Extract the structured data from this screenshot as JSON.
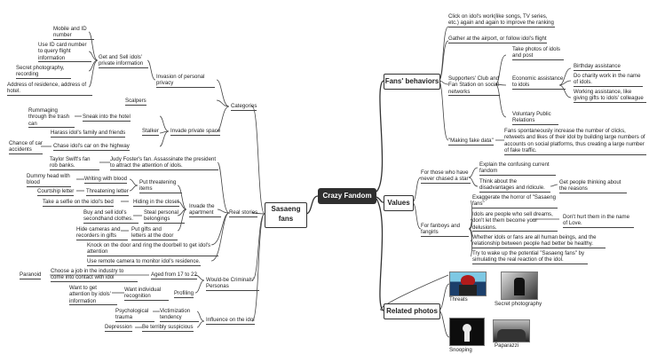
{
  "center": "Crazy Fandom",
  "branches": {
    "fans_behaviors": "Fans' behaviors",
    "sasaeng_fans": "Sasaeng fans",
    "values": "Values",
    "related_photos": "Related photos"
  },
  "fans_behaviors": {
    "items": [
      "Click on idol's work(like songs, TV series, etc.) again and again to improve the ranking",
      "Gather at the airport, or follow idol's flight",
      "Supporters' Club and Fan Station on social networks",
      "\"Making fake data\""
    ],
    "support": {
      "take_photos": "Take photos of idols and post",
      "economic": "Economic assistance to idols",
      "economic_children": [
        "Birthday assistance",
        "Do charity work in the name of idols.",
        "Working assistance, like giving gifts to idols' colleague"
      ],
      "voluntary": "Voluntary Public Relations"
    },
    "fake_data": "Fans spontaneously increase the number of clicks, retweets and likes of their idol by building large numbers of accounts on social platforms, thus creating a large number of fake traffic."
  },
  "sasaeng": {
    "categories": "Categories",
    "invasion": "Invasion of personal privacy",
    "get_sell": "Get and Sell idols' private information",
    "get_sell_children": [
      "Mobile and ID number",
      "Use ID card number to query flight information",
      "Secret photography, recording",
      "Address of residence, address of hotel."
    ],
    "scalpers": "Scalpers",
    "invade_private_space": "Invade private space",
    "stalker": "Stalker",
    "sneak": "Sneak into the hotel",
    "rummaging": "Rummaging through the trash can",
    "harass": "Harass idol's family and friends",
    "chase": "Chase idol's car on the highway",
    "car_accidents": "Chance of car accidents",
    "real_stories": "Real stories",
    "taylor": "Taylor Swift's fan  rob banks.",
    "jodie": "Judy Foster's fan. Assassinate the president to attract the attention of idols.",
    "put_threatening": "Put threatening items",
    "dummy": "Dummy head with blood",
    "writing_blood": "Writing with blood",
    "courtship": "Courtship letter",
    "threatening_letter": "Threatening letter",
    "invade_apartment": "Invade the apartment",
    "selfie": "Take a selfie on the idol's bed",
    "hiding": "Hiding in the closet",
    "buy_sell": "Buy and sell idol's secondhand clothes.",
    "steal": "Steal personal belongings",
    "hide_cameras": "Hide cameras and recorders in gifts",
    "put_gifts": "Put gifts and letters at the door",
    "knock": "Knock on the door and ring the doorbell to get idol's attention",
    "remote_camera": "Use remote camera to monitor idol's residence.",
    "would_be": "Would-be Criminals' Personas",
    "aged": "Aged from 17 to 22",
    "profiling": "Profiling",
    "choose_job": "Choose a job in the industry to come into contact with idol",
    "paranoid": "Paranoid",
    "want_individual": "Want individual recognition",
    "want_attention": "Want to get attention by idols' information",
    "influence": "Influence on the idol",
    "victimization": "Victimization tendency",
    "psych_trauma": "Psychological trauma",
    "suspicious": "Be terribly suspicious",
    "depression": "Depression"
  },
  "values": {
    "never_chased": "For those who have never chased a star",
    "explain": "Explain the confusing current fandom",
    "think_about": "Think about the disadvantages and ridicule.",
    "get_people": "Get people thinking about the reasons",
    "fanboys": "For fanboys and fangirls",
    "exaggerate": "Exaggerate the horror of \"Sasaeng fans\"",
    "idols_sell": "Idols are people who sell dreams, don't let them become your delusions.",
    "dont_hurt": "Don't hurt them in the name of Love.",
    "whether": "Whether idols or fans are all human beings, and the relationship between people had better be healthy.",
    "try_wake": "Try to wake up the potential \"Sasaeng fans\" by simulating the real reaction of the idol."
  },
  "photos": {
    "threats": "Threats",
    "secret_photography": "Secret photography",
    "snooping": "Snooping",
    "paparazzi": "Paparazzi"
  }
}
